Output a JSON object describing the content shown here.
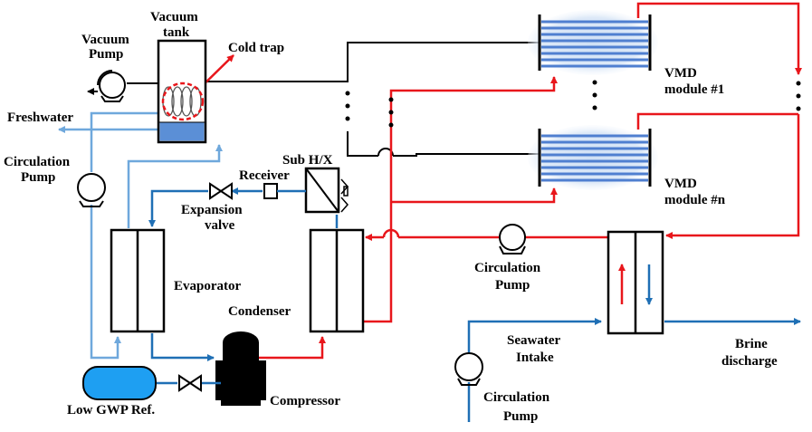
{
  "labels": {
    "vacuum_tank_1": "Vacuum",
    "vacuum_tank_2": "tank",
    "vacuum_pump_1": "Vacuum",
    "vacuum_pump_2": "Pump",
    "cold_trap": "Cold trap",
    "freshwater": "Freshwater",
    "circ_pump_left_1": "Circulation",
    "circ_pump_left_2": "Pump",
    "sub_hx": "Sub H/X",
    "receiver": "Receiver",
    "expansion_1": "Expansion",
    "expansion_2": "valve",
    "evaporator": "Evaporator",
    "condenser": "Condenser",
    "compressor": "Compressor",
    "low_gwp": "Low GWP Ref.",
    "vmd1_1": "VMD",
    "vmd1_2": "module #1",
    "vmdn_1": "VMD",
    "vmdn_2": "module #n",
    "circ_pump_mid_1": "Circulation",
    "circ_pump_mid_2": "Pump",
    "seawater_1": "Seawater",
    "seawater_2": "Intake",
    "brine_1": "Brine",
    "brine_2": "discharge",
    "circ_pump_bot_1": "Circulation",
    "circ_pump_bot_2": "Pump"
  },
  "colors": {
    "hot_line": "#e8161b",
    "cold_line": "#1f6fb5",
    "light_blue_line": "#6fa8dc",
    "black_line": "#000000",
    "refrigerant_tank": "#1e9ff2",
    "water_fill": "#5b8fd6",
    "module_tube": "#4f7fd0",
    "module_glow": "#cfe0f5"
  }
}
